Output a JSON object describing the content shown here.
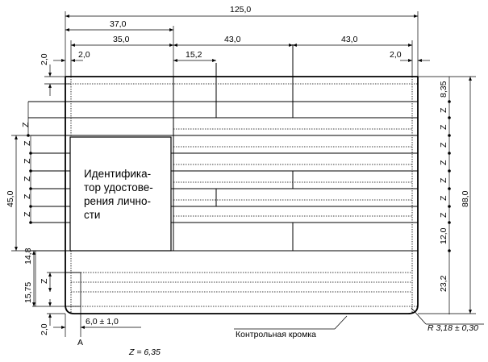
{
  "dims": {
    "overall_width": "125,0",
    "left_block": "37,0",
    "photo_width": "35,0",
    "mid_width": "43,0",
    "right_width": "43,0",
    "margin_left": "2,0",
    "margin_right": "2,0",
    "inner_gap": "15,2",
    "top_margin": "2,0",
    "bottom_margin": "2,0",
    "left_offset": "6,0 ± 1,0",
    "height_total": "88,0",
    "top_band": "8,35",
    "photo_height": "45,0",
    "left_lower": "14,8",
    "left_bottom": "15,75",
    "right_lower": "12,0",
    "right_bottom": "23,2",
    "z": "Z",
    "radius": "R 3,18 ± 0,30",
    "z_value": "Z = 6,35"
  },
  "labels": {
    "photo_line1": "Идентифика-",
    "photo_line2": "тор удостове-",
    "photo_line3": "рения лично-",
    "photo_line4": "сти",
    "edge": "Контрольная кромка",
    "point_a": "A"
  }
}
